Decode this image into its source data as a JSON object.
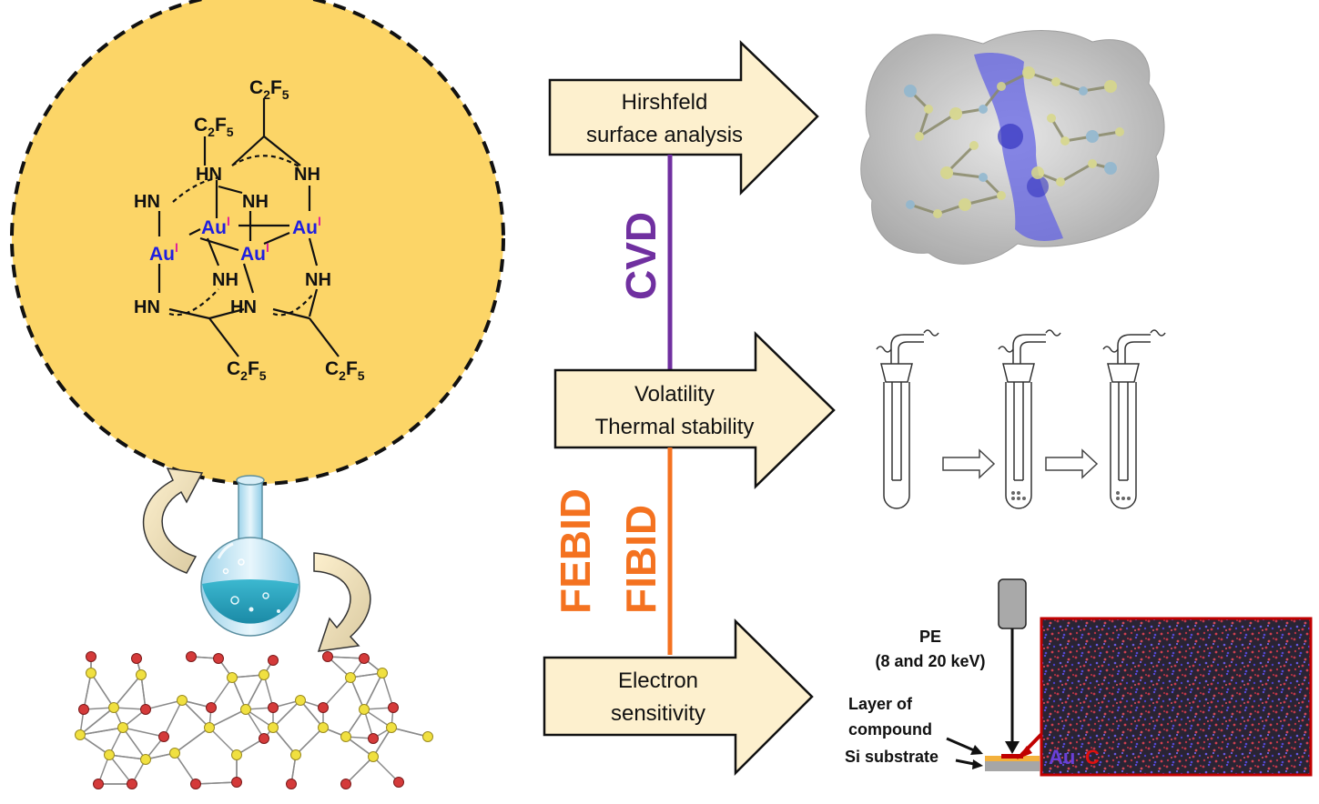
{
  "molecule": {
    "group_label": "C",
    "group_sub_1": "2",
    "group_label_2": "F",
    "group_sub_2": "5",
    "nh": "NH",
    "hn": "HN",
    "gold": "Au",
    "oxidation": "I"
  },
  "arrows": {
    "hirshfeld_line1": "Hirshfeld",
    "hirshfeld_line2": "surface analysis",
    "volatility_line1": "Volatility",
    "volatility_line2": "Thermal stability",
    "electron_line1": "Electron",
    "electron_line2": "sensitivity"
  },
  "methods": {
    "cvd": "CVD",
    "febid": "FEBID",
    "fibid": "FIBID"
  },
  "deposition": {
    "pe_line1": "PE",
    "pe_line2": "(8 and 20 keV)",
    "layer_line1": "Layer of",
    "layer_line2": "compound",
    "substrate": "Si substrate",
    "map_au": "Au",
    "map_c": "C"
  },
  "colors": {
    "circle_fill": "#fcd567",
    "arrow_fill": "#fdf0ce",
    "cvd": "#7030a0",
    "febid": "#f47220",
    "gold_text": "#1f1fe0",
    "oxidation_text": "#e0209a",
    "map_border": "#c00000",
    "map_c_text": "#e01010"
  }
}
